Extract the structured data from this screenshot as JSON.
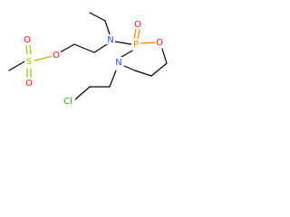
{
  "atoms": {
    "o_sulfonyl_top": {
      "label": "O",
      "color": "#ff0d0d"
    },
    "o_sulfonyl_bottom": {
      "label": "O",
      "color": "#ff0d0d"
    },
    "s_sulfonyl": {
      "label": "S",
      "color": "#b8b800"
    },
    "o_ester": {
      "label": "O",
      "color": "#ff0d0d"
    },
    "n_amine": {
      "label": "N",
      "color": "#3050f8"
    },
    "o_phosphoryl": {
      "label": "O",
      "color": "#ff0d0d"
    },
    "p_ring": {
      "label": "P",
      "color": "#ff8000"
    },
    "o_ring": {
      "label": "O",
      "color": "#ff0d0d"
    },
    "n_ring": {
      "label": "N",
      "color": "#3050f8"
    },
    "cl_chain": {
      "label": "Cl",
      "color": "#1fbf1f"
    }
  }
}
